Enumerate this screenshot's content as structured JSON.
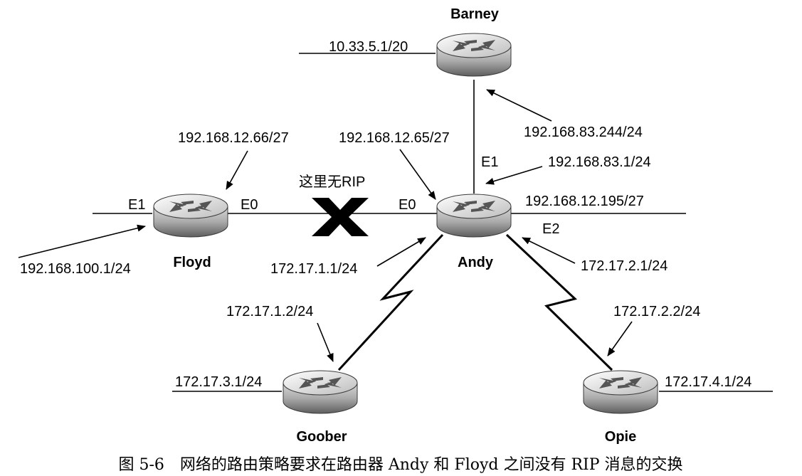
{
  "routers": [
    {
      "id": "barney",
      "name": "Barney"
    },
    {
      "id": "floyd",
      "name": "Floyd"
    },
    {
      "id": "andy",
      "name": "Andy"
    },
    {
      "id": "goober",
      "name": "Goober"
    },
    {
      "id": "opie",
      "name": "Opie"
    }
  ],
  "interfaces": {
    "barney_lan": "10.33.5.1/20",
    "barney_link": "192.168.83.244/24",
    "floyd_e0": "192.168.12.66/27",
    "floyd_e1": "192.168.100.1/24",
    "andy_e0": "192.168.12.65/27",
    "andy_e1": "192.168.83.1/24",
    "andy_lan": "192.168.12.195/27",
    "andy_s_goober": "172.17.1.1/24",
    "andy_e2": "172.17.2.1/24",
    "goober_serial": "172.17.1.2/24",
    "goober_lan": "172.17.3.1/24",
    "opie_serial": "172.17.2.2/24",
    "opie_lan": "172.17.4.1/24"
  },
  "ports": {
    "floyd_e1": "E1",
    "floyd_e0": "E0",
    "andy_e0": "E0",
    "andy_e1": "E1",
    "andy_e2": "E2"
  },
  "no_rip_label": "这里无RIP",
  "caption": "图 5-6　网络的路由策略要求在路由器 Andy 和 Floyd 之间没有 RIP 消息的交换",
  "colors": {
    "router_light": "#f2f2f2",
    "router_dark": "#6e6e6e",
    "line": "#000000"
  }
}
